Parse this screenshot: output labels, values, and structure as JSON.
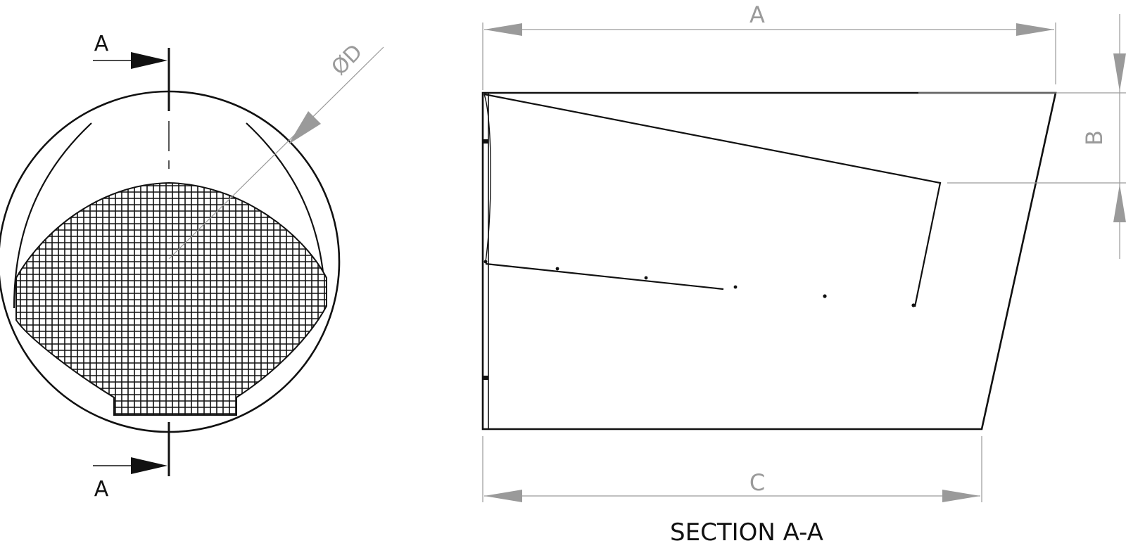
{
  "colors": {
    "ink": "#111111",
    "dimension": "#9a9a9a",
    "background": "#ffffff"
  },
  "end_view": {
    "section_mark_top": "A",
    "section_mark_bottom": "A",
    "diameter_label": "ØD"
  },
  "section_view": {
    "dim_top": "A",
    "dim_bottom": "C",
    "dim_right": "B",
    "title": "SECTION A-A"
  }
}
